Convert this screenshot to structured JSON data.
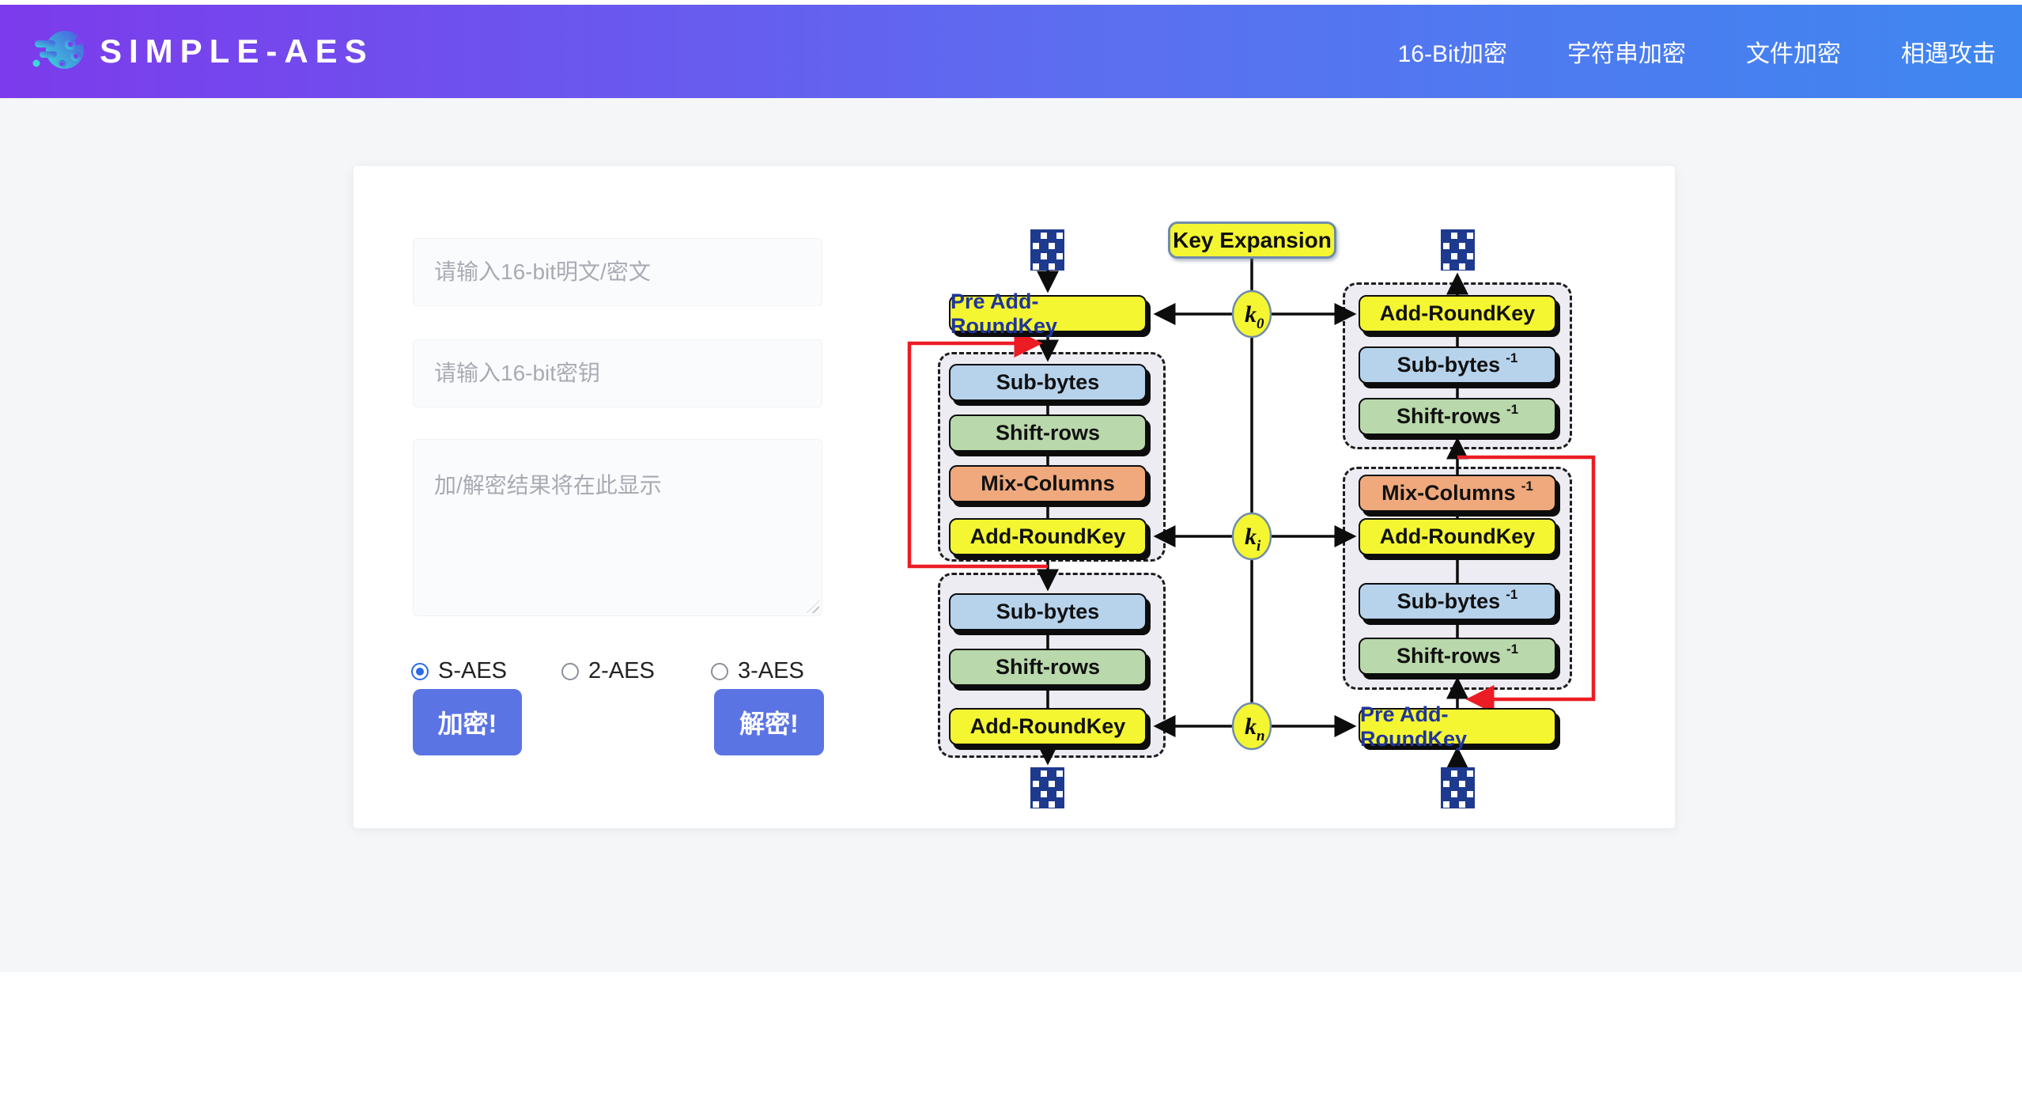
{
  "header": {
    "brand": "SIMPLE-AES",
    "nav": [
      {
        "label": "16-Bit加密"
      },
      {
        "label": "字符串加密"
      },
      {
        "label": "文件加密"
      },
      {
        "label": "相遇攻击"
      }
    ]
  },
  "form": {
    "plaintext_placeholder": "请输入16-bit明文/密文",
    "key_placeholder": "请输入16-bit密钥",
    "result_placeholder": "加/解密结果将在此显示",
    "modes": [
      {
        "label": "S-AES",
        "selected": true
      },
      {
        "label": "2-AES",
        "selected": false
      },
      {
        "label": "3-AES",
        "selected": false
      }
    ],
    "encrypt_label": "加密!",
    "decrypt_label": "解密!"
  },
  "diagram": {
    "key_expansion": "Key Expansion",
    "keys": [
      {
        "main": "k",
        "sub": "0"
      },
      {
        "main": "k",
        "sub": "i"
      },
      {
        "main": "k",
        "sub": "n"
      }
    ],
    "left": {
      "pre": "Pre Add-RoundKey",
      "sub": "Sub-bytes",
      "shift": "Shift-rows",
      "mix": "Mix-Columns",
      "add": "Add-RoundKey"
    },
    "right": {
      "add": "Add-RoundKey",
      "sub": "Sub-bytes",
      "shift": "Shift-rows",
      "mix": "Mix-Columns",
      "pre": "Pre Add-RoundKey",
      "inverse_sup": "-1"
    },
    "colors": {
      "header_gradient_start": "#7c3bec",
      "header_gradient_end": "#3f87f0",
      "accent_button": "#5b74e4",
      "radio_selected": "#2b6be4",
      "box_yellow": "#f4f632",
      "box_blue": "#b7d3ec",
      "box_green": "#b9d8ab",
      "box_orange": "#efa97c",
      "navy_text": "#20359c",
      "checker_navy": "#1e3a8f",
      "red_line": "#ec1c24"
    }
  }
}
